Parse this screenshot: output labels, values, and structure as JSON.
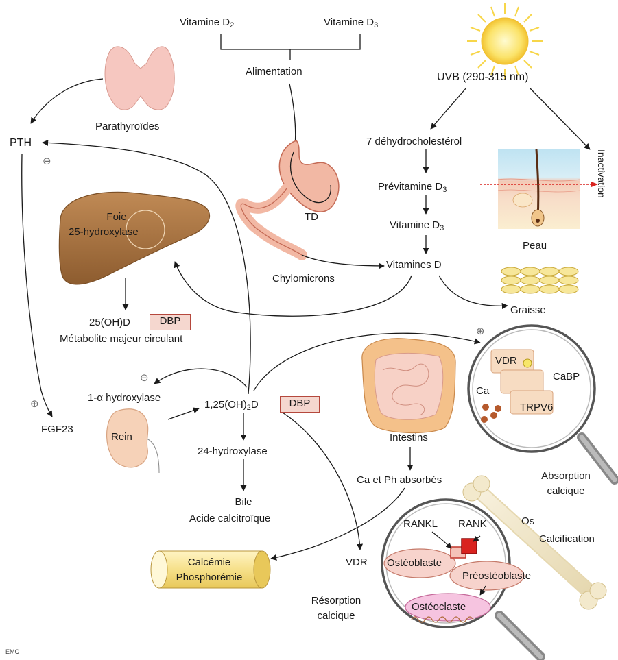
{
  "labels": {
    "vitd2": "Vitamine D",
    "vitd2_sub": "2",
    "vitd3_top": "Vitamine D",
    "vitd3_top_sub": "3",
    "alimentation": "Alimentation",
    "uvb": "UVB (290-315 nm)",
    "dehydro": "7 déhydrocholestérol",
    "previt": "Prévitamine D",
    "previt_sub": "3",
    "vitd3": "Vitamine D",
    "vitd3_sub": "3",
    "vitamines_d": "Vitamines D",
    "chylomicrons": "Chylomicrons",
    "td": "TD",
    "peau": "Peau",
    "graisse": "Graisse",
    "inactivation": "Inactivation",
    "parathyroides": "Parathyroïdes",
    "pth": "PTH",
    "foie": "Foie",
    "hydroxylase25": "25-hydroxylase",
    "ohd25": "25(OH)D",
    "dbp1": "DBP",
    "metabolite": "Métabolite majeur circulant",
    "alpha_hydroxylase": "1-α hydroxylase",
    "rein": "Rein",
    "fgf23": "FGF23",
    "calcitriol": "1,25(OH)",
    "calcitriol_sub": "2",
    "calcitriol_end": "D",
    "dbp2": "DBP",
    "hydroxylase24": "24-hydroxylase",
    "bile": "Bile",
    "acide": "Acide calcitroïque",
    "calcemie": "Calcémie",
    "phosphoremie": "Phosphorémie",
    "vdr": "VDR",
    "resorption1": "Résorption",
    "resorption2": "calcique",
    "intestins": "Intestins",
    "ca_ph": "Ca et Ph absorbés",
    "absorption1": "Absorption",
    "absorption2": "calcique",
    "vdr_cell": "VDR",
    "cabp": "CaBP",
    "ca": "Ca",
    "trpv6": "TRPV6",
    "rankl": "RANKL",
    "rank": "RANK",
    "os": "Os",
    "calcification": "Calcification",
    "osteoblaste": "Ostéoblaste",
    "preosteoblaste": "Préostéoblaste",
    "osteoclaste": "Ostéoclaste",
    "emc": "EMC"
  },
  "symbols": {
    "minus": "⊖",
    "plus": "⊕"
  },
  "colors": {
    "arrow": "#1a1a1a",
    "liver": "#b07a45",
    "stomach": "#f2b8a4",
    "dbp_border": "#b5483d",
    "sun": "#f7d64a",
    "rank": "#d9231f"
  }
}
